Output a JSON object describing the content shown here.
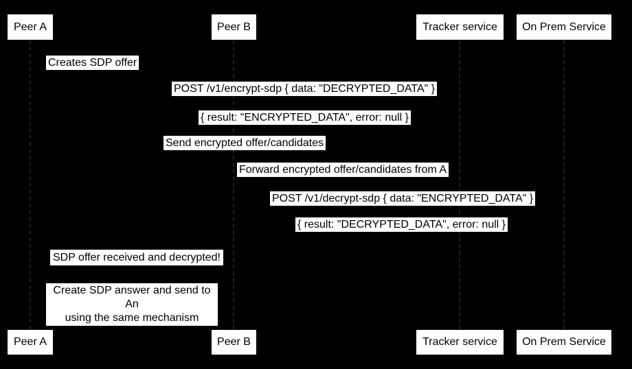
{
  "diagram": {
    "type": "sequence-diagram",
    "background_color": "#000000",
    "box_fill_color": "#ffffff",
    "text_color": "#000000",
    "lifeline_color": "#1f1f1f"
  },
  "actors": [
    {
      "id": "peer-a",
      "label": "Peer A"
    },
    {
      "id": "peer-b",
      "label": "Peer B"
    },
    {
      "id": "tracker-service",
      "label": "Tracker service"
    },
    {
      "id": "on-prem-service",
      "label": "On Prem Service"
    }
  ],
  "messages": [
    {
      "from": "peer-a",
      "to": "peer-a",
      "label": "Creates SDP offer"
    },
    {
      "from": "peer-a",
      "to": "on-prem-service",
      "label": "POST /v1/encrypt-sdp { data: \"DECRYPTED_DATA\" }"
    },
    {
      "from": "on-prem-service",
      "to": "peer-a",
      "label": "{ result: \"ENCRYPTED_DATA\", error: null }"
    },
    {
      "from": "peer-a",
      "to": "tracker-service",
      "label": "Send encrypted offer/candidates"
    },
    {
      "from": "tracker-service",
      "to": "peer-b",
      "label": "Forward encrypted offer/candidates from A"
    },
    {
      "from": "peer-b",
      "to": "on-prem-service",
      "label": "POST /v1/decrypt-sdp { data: \"ENCRYPTED_DATA\" }"
    },
    {
      "from": "on-prem-service",
      "to": "peer-b",
      "label": "{ result: \"DECRYPTED_DATA\", error: null }"
    },
    {
      "from": "peer-a",
      "to": "peer-a",
      "label": "SDP offer received and decrypted!"
    }
  ],
  "note": {
    "line1": "Create SDP answer and send to An",
    "line2": "using the same mechanism"
  }
}
